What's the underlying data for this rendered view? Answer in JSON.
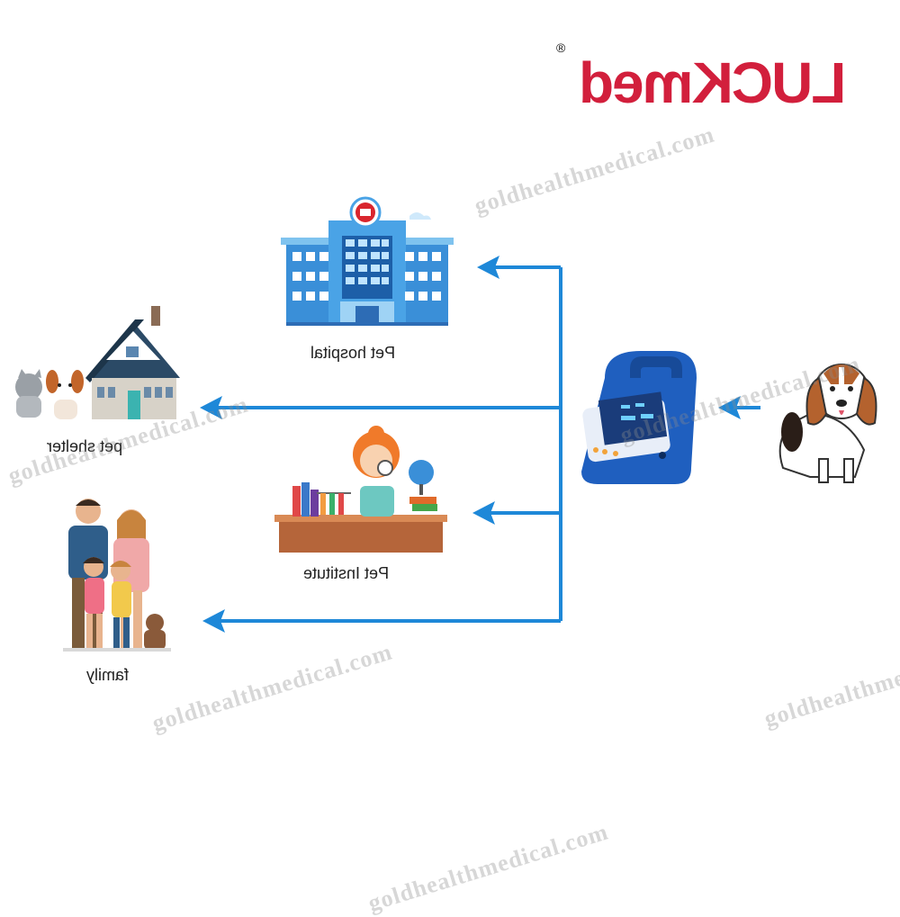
{
  "brand": {
    "logo_text": "LUCKmed",
    "reg_mark": "®",
    "color": "#d21f3c"
  },
  "labels": {
    "hospital": "Pet hospital",
    "shelter": "pet shelter",
    "institute": "Pet Institute",
    "family": "family"
  },
  "watermark": "goldhealthmedical.com",
  "colors": {
    "arrow": "#1e88d8",
    "device": "#1f5fbf"
  }
}
